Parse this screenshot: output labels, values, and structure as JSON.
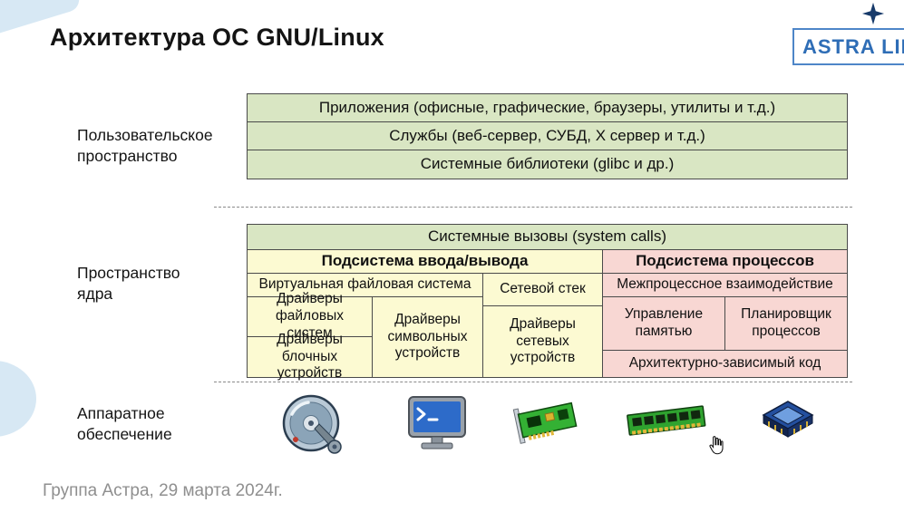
{
  "slide": {
    "title": "Архитектура ОС GNU/Linux",
    "footer": "Группа Астра, 29 марта 2024г.",
    "logo_text": "ASTRA LIN"
  },
  "labels": {
    "user_space": "Пользовательское пространство",
    "kernel_space": "Пространство ядра",
    "hardware": "Аппаратное обеспечение"
  },
  "user_space_rows": [
    "Приложения (офисные, графические, браузеры, утилиты и т.д.)",
    "Службы (веб-сервер, СУБД, X сервер и т.д.)",
    "Системные библиотеки (glibc и др.)"
  ],
  "kernel": {
    "syscalls": "Системные вызовы (system calls)",
    "io": {
      "title": "Подсистема ввода/вывода",
      "vfs": "Виртуальная файловая система",
      "net_stack": "Сетевой стек",
      "fs_drivers": "Драйверы файловых систем",
      "char_drivers": "Драйверы символьных устройств",
      "block_drivers": "Драйверы блочных устройств",
      "net_drivers": "Драйверы сетевых устройств"
    },
    "proc": {
      "title": "Подсистема процессов",
      "ipc": "Межпроцессное взаимодействие",
      "memory": "Управление памятью",
      "scheduler": "Планировщик процессов",
      "arch": "Архитектурно-зависимый код"
    }
  },
  "hardware_icons": [
    "hdd-icon",
    "terminal-icon",
    "network-card-icon",
    "ram-icon",
    "cpu-icon"
  ],
  "colors": {
    "green": "#d9e6c3",
    "yellow": "#fcfad2",
    "pink": "#f8d7d3",
    "cell_border": "#4a4a4a",
    "logo_blue": "#2e6db6",
    "logo_border_blue": "#4e86c8",
    "deco_blue": "#d7e8f4",
    "footer_gray": "#8f8f8f"
  }
}
